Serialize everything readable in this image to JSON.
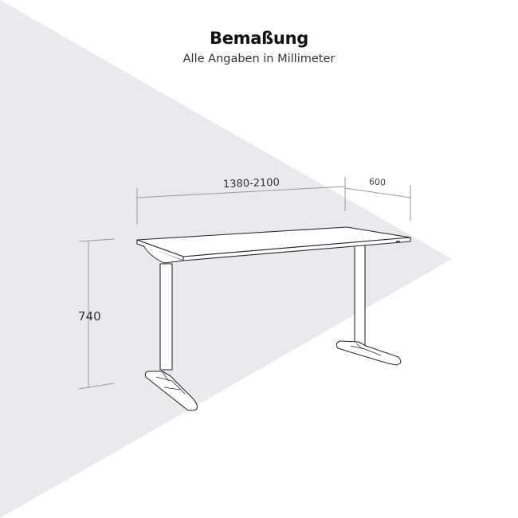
{
  "header": {
    "title": "Bemaßung",
    "subtitle": "Alle Angaben in Millimeter"
  },
  "dimensions": {
    "width": "1380-2100",
    "depth": "600",
    "height": "740"
  },
  "colors": {
    "background": "#ffffff",
    "backdrop_triangle": "#e9eaee",
    "line": "#333333",
    "dimension_line": "#999999"
  }
}
